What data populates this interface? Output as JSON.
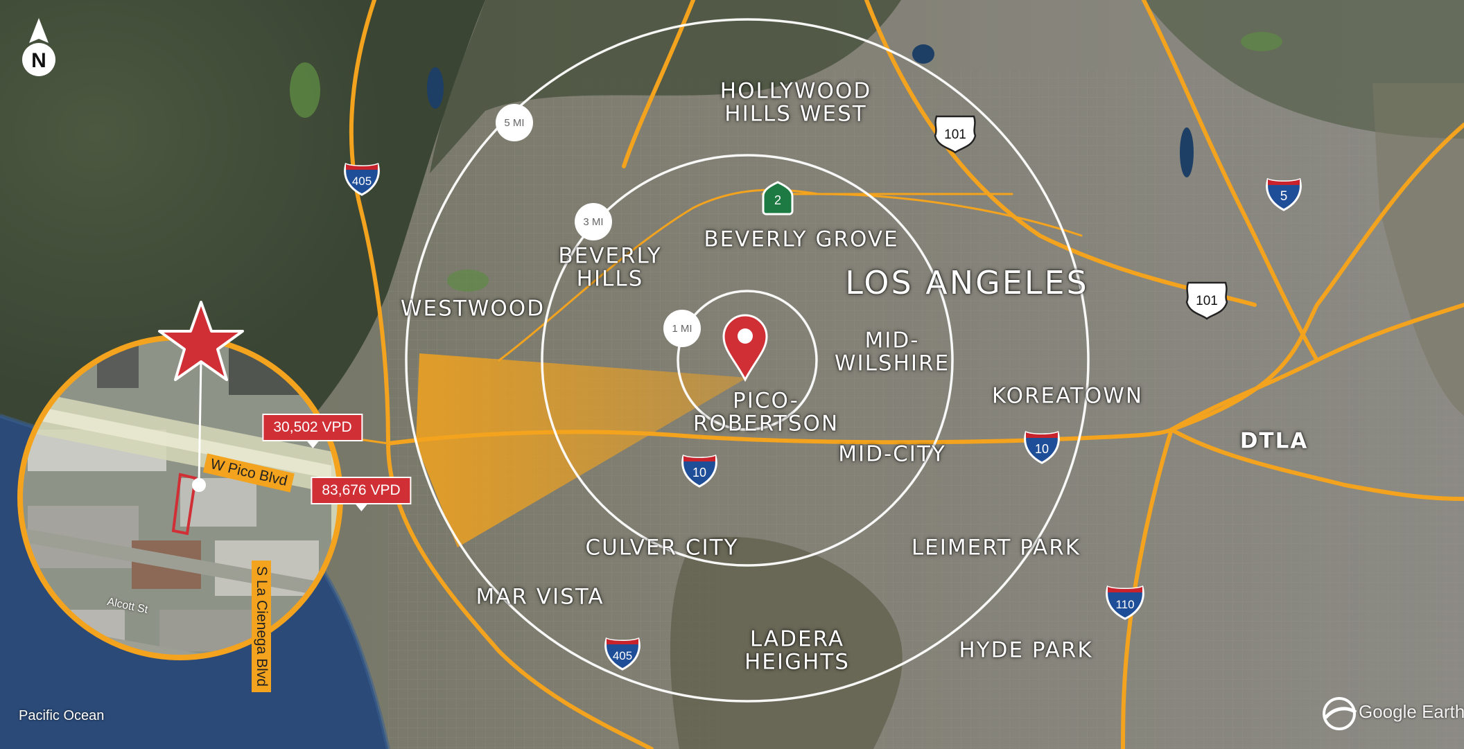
{
  "north_label": "N",
  "labels": {
    "los_angeles": "LOS ANGELES",
    "hollywood_hills_west_1": "HOLLYWOOD",
    "hollywood_hills_west_2": "HILLS WEST",
    "beverly_grove": "BEVERLY GROVE",
    "beverly_hills_1": "BEVERLY",
    "beverly_hills_2": "HILLS",
    "westwood": "WESTWOOD",
    "mid_wilshire_1": "MID-",
    "mid_wilshire_2": "WILSHIRE",
    "pico_robertson_1": "PICO-",
    "pico_robertson_2": "ROBERTSON",
    "koreatown": "KOREATOWN",
    "mid_city": "MID-CITY",
    "dtla": "DTLA",
    "culver_city": "CULVER CITY",
    "leimert_park": "LEIMERT PARK",
    "mar_vista": "MAR VISTA",
    "ladera_heights_1": "LADERA",
    "ladera_heights_2": "HEIGHTS",
    "hyde_park": "HYDE PARK"
  },
  "radius_labels": {
    "r1": "1 MI",
    "r3": "3 MI",
    "r5": "5 MI"
  },
  "highways": {
    "i405_top": "405",
    "i405_bottom": "405",
    "i5": "5",
    "i10_left": "10",
    "i10_right": "10",
    "i110": "110",
    "us101_top": "101",
    "us101_right": "101",
    "ca2": "2"
  },
  "inset": {
    "traffic_1": "30,502 VPD",
    "traffic_2": "83,676 VPD",
    "street_pico": "W Pico Blvd",
    "street_cienega": "S La Cienega Blvd",
    "street_alcott": "Alcott St"
  },
  "ocean_label": "Pacific Ocean",
  "attribution": "Google Earth",
  "colors": {
    "road": "#f3a31d",
    "pin": "#d02f36",
    "ring": "#ffffff",
    "inset_border": "#f3a31d",
    "interstate_blue": "#1f4e99",
    "interstate_red": "#c8232c",
    "state_green": "#1d7a43"
  },
  "icons": [
    "north-arrow-icon",
    "location-pin-icon",
    "star-icon",
    "google-earth-logo-icon"
  ]
}
